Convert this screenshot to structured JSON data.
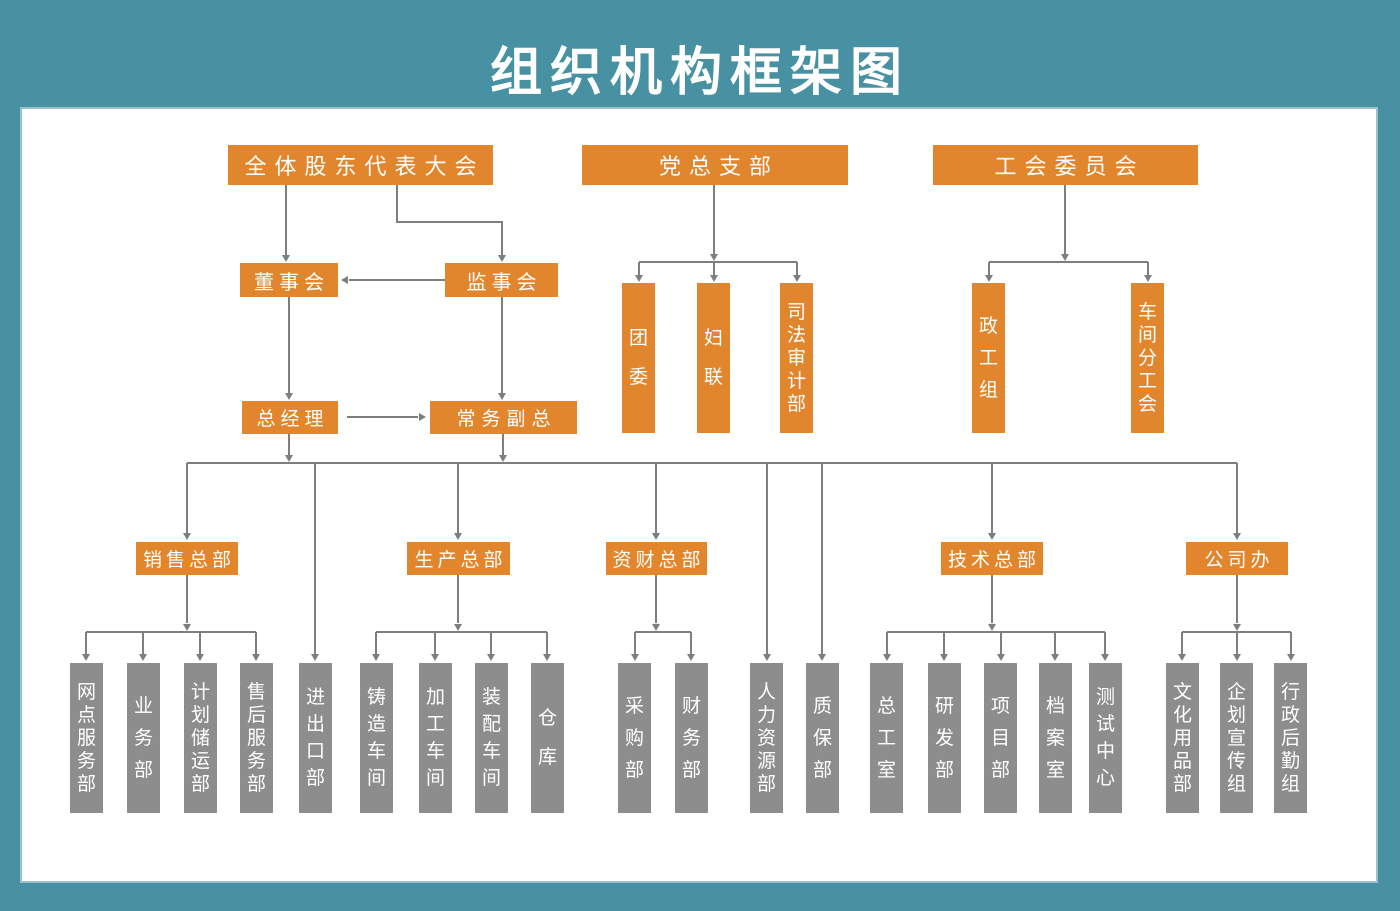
{
  "title": "组织机构框架图",
  "colors": {
    "background": "#4791A3",
    "panel": "#FFFFFF",
    "box_orange": "#E1862D",
    "box_gray": "#8D8D8D",
    "line": "#7E7E7E",
    "text": "#FFFFFF"
  },
  "nodes": {
    "shareholders": "全体股东代表大会",
    "party_branch": "党总支部",
    "union_committee": "工会委员会",
    "board": "董事会",
    "supervisory_board": "监事会",
    "general_manager": "总经理",
    "executive_deputy": "常务副总",
    "youth_league": "团委",
    "womens_federation": "妇联",
    "judicial_audit": "司法审计部",
    "political_work_group": "政工组",
    "workshop_union": "车间分工会",
    "sales_hq": "销售总部",
    "production_hq": "生产总部",
    "finance_hq": "资财总部",
    "technology_hq": "技术总部",
    "company_office": "公司办",
    "network_service": "网点服务部",
    "business_dept": "业务部",
    "planning_storage": "计划储运部",
    "after_sales": "售后服务部",
    "import_export": "进出口部",
    "casting_workshop": "铸造车间",
    "machining_workshop": "加工车间",
    "assembly_workshop": "装配车间",
    "warehouse": "仓库",
    "purchasing": "采购部",
    "finance_dept": "财务部",
    "human_resources": "人力资源部",
    "quality_assurance": "质保部",
    "chief_engineer_office": "总工室",
    "rnd_dept": "研发部",
    "project_dept": "项目部",
    "archives": "档案室",
    "testing_center": "测试中心",
    "cultural_products": "文化用品部",
    "planning_publicity": "企划宣传组",
    "admin_logistics": "行政后勤组"
  },
  "hierarchy_note": {
    "sales_hq_children": [
      "网点服务部",
      "业务部",
      "计划储运部",
      "售后服务部"
    ],
    "production_hq_children": [
      "铸造车间",
      "加工车间",
      "装配车间",
      "仓库"
    ],
    "finance_hq_children": [
      "采购部",
      "财务部"
    ],
    "technology_hq_children": [
      "总工室",
      "研发部",
      "项目部",
      "档案室",
      "测试中心"
    ],
    "company_office_children": [
      "文化用品部",
      "企划宣传组",
      "行政后勤组"
    ],
    "party_branch_children": [
      "团委",
      "妇联",
      "司法审计部"
    ],
    "union_committee_children": [
      "政工组",
      "车间分工会"
    ]
  }
}
